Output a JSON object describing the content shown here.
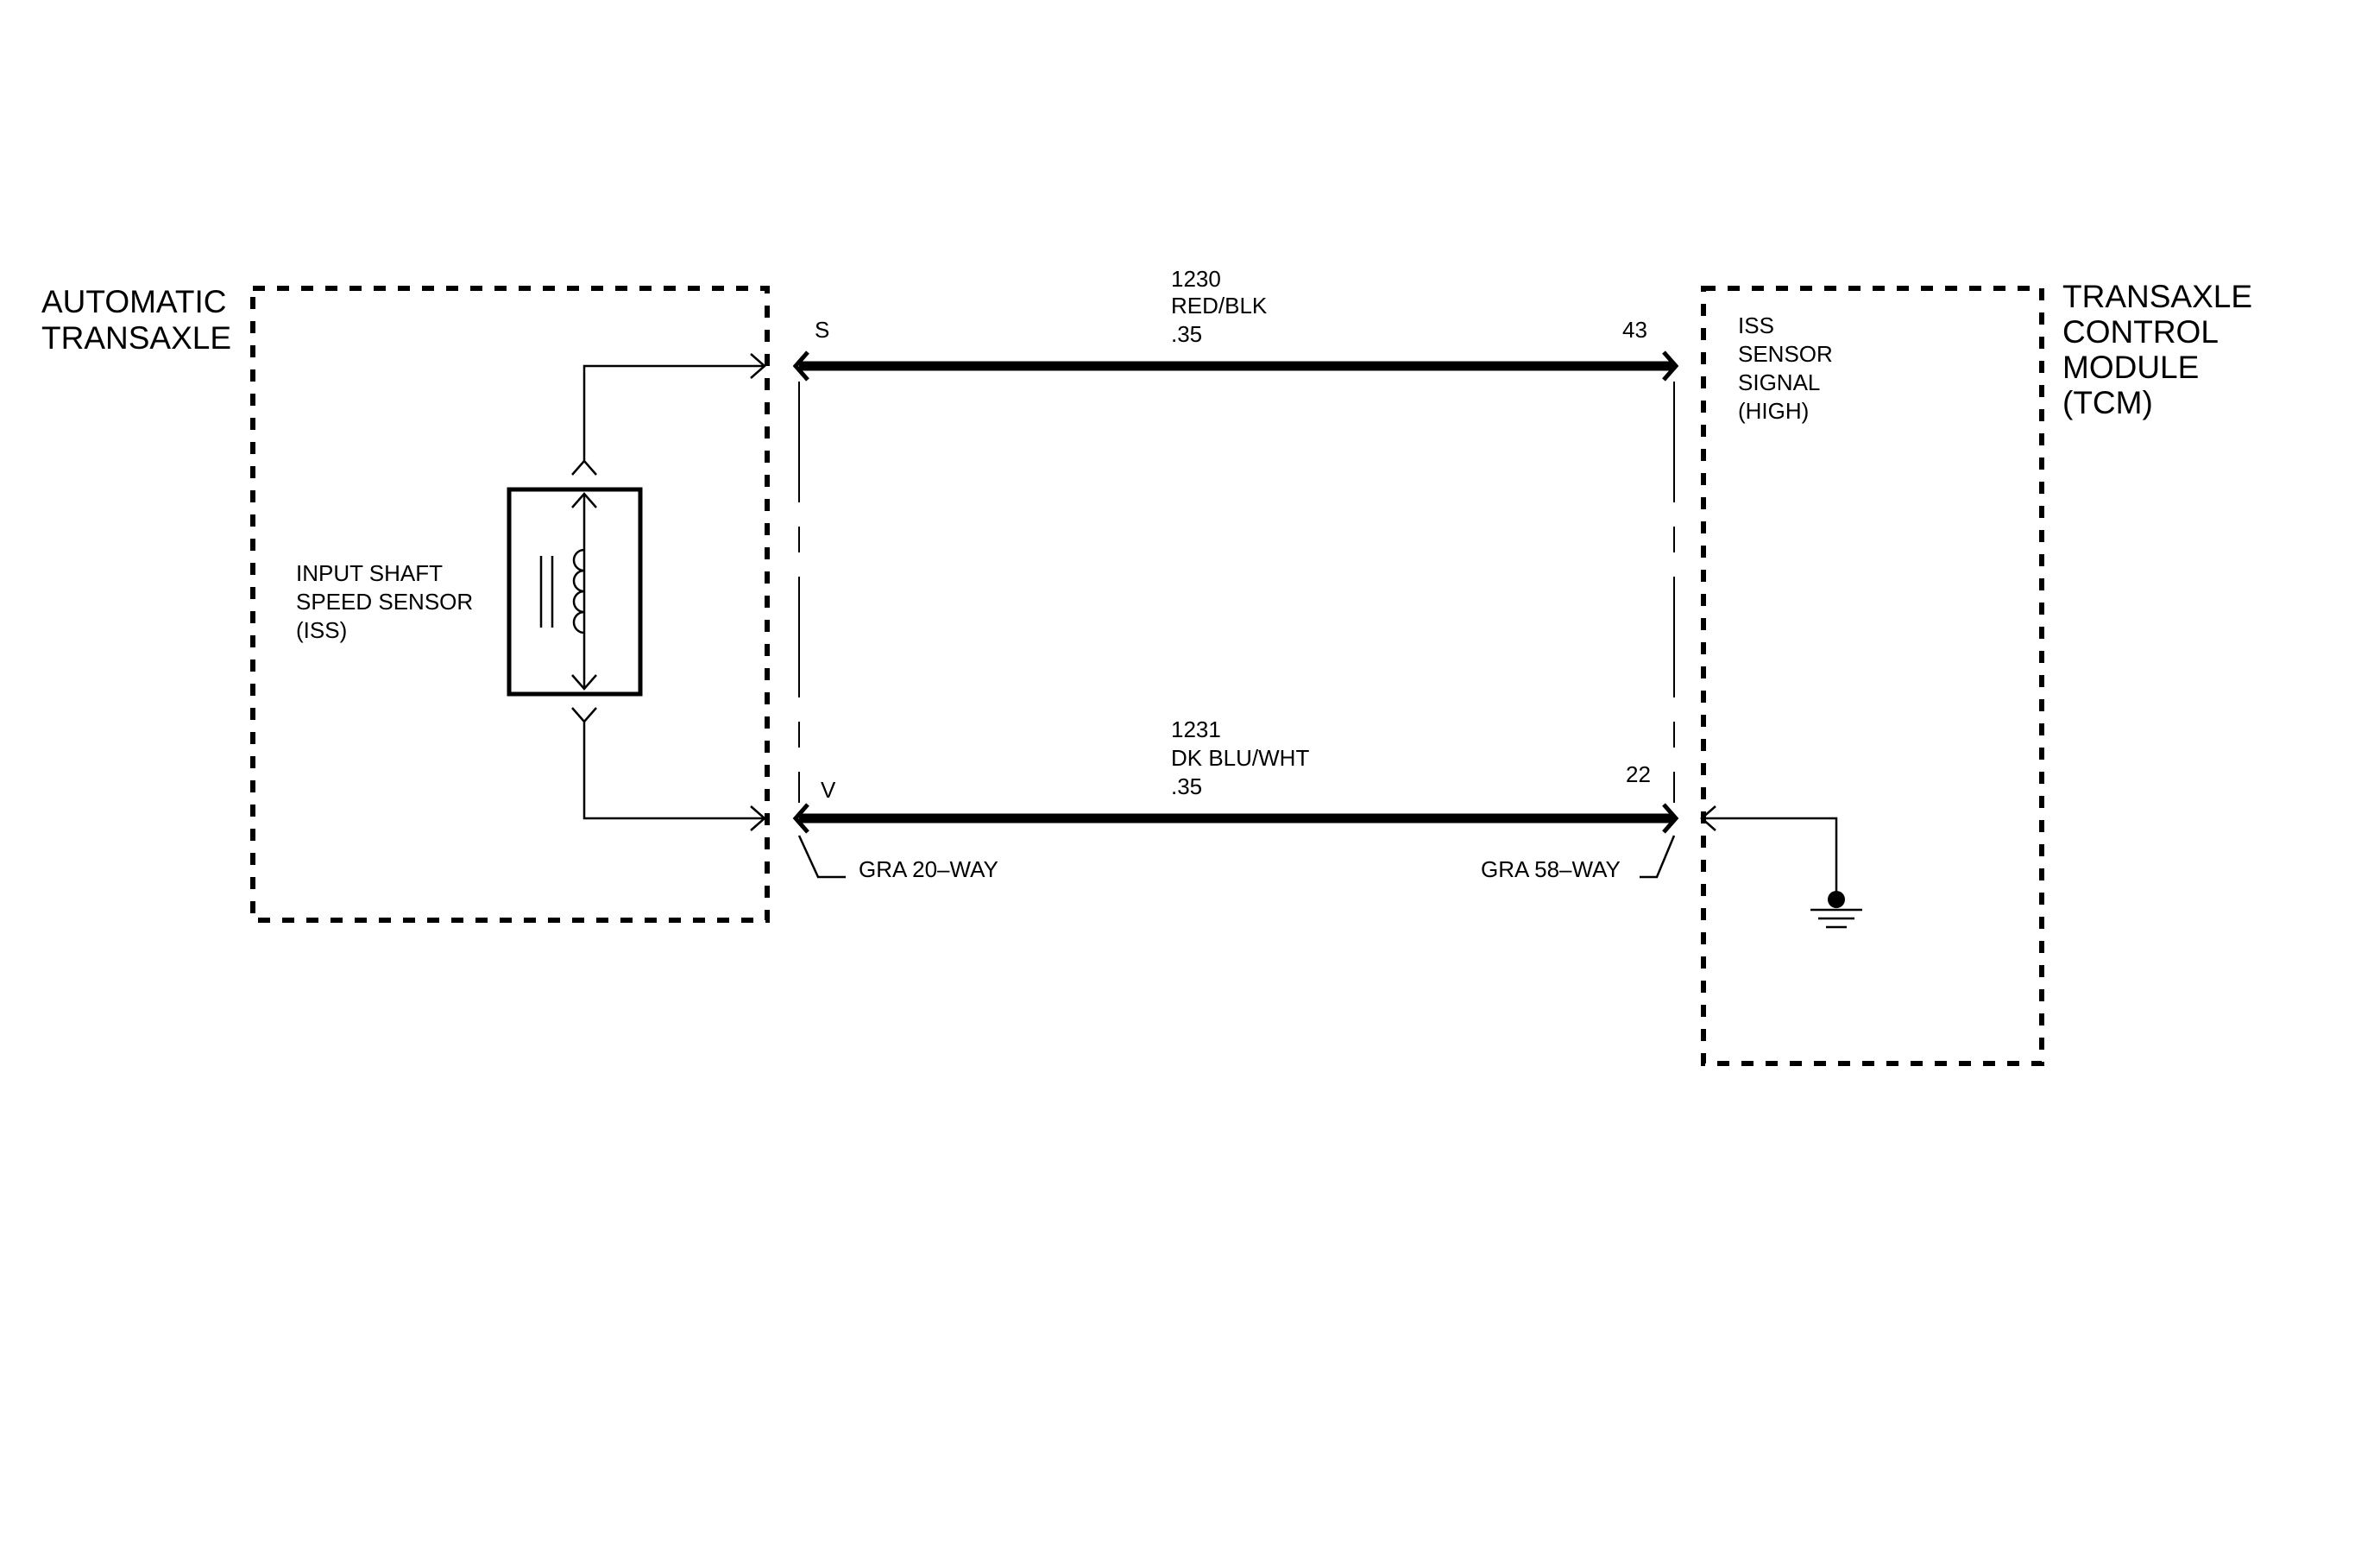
{
  "left_module": {
    "name_lines": [
      "AUTOMATIC",
      "TRANSAXLE"
    ]
  },
  "sensor": {
    "label_lines": [
      "INPUT SHAFT",
      "SPEED SENSOR",
      "(ISS)"
    ]
  },
  "right_module": {
    "name_lines": [
      "TRANSAXLE",
      "CONTROL",
      "MODULE",
      "(TCM)"
    ],
    "pin_function_lines": [
      "ISS",
      "SENSOR",
      "SIGNAL",
      "(HIGH)"
    ]
  },
  "wires": [
    {
      "circuit": "1230",
      "color": "RED/BLK",
      "gauge": ".35",
      "left_pin": "S",
      "right_pin": "43"
    },
    {
      "circuit": "1231",
      "color": "DK BLU/WHT",
      "gauge": ".35",
      "left_pin": "V",
      "right_pin": "22"
    }
  ],
  "connectors": {
    "left": "GRA 20–WAY",
    "right": "GRA 58–WAY"
  },
  "ground": {
    "icon": "ground-icon"
  },
  "colors": {
    "ink": "#000000",
    "background": "#ffffff"
  }
}
